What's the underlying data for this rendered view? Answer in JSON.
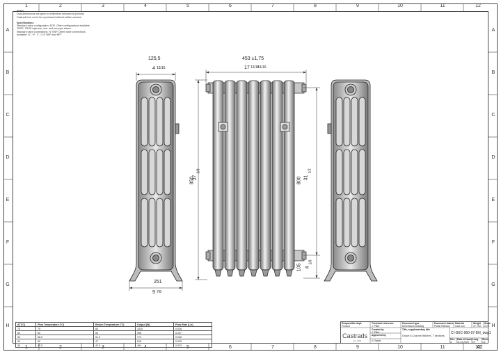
{
  "grid": {
    "columns": [
      "1",
      "2",
      "3",
      "4",
      "5",
      "6",
      "7",
      "8",
      "9",
      "10",
      "11",
      "12"
    ],
    "rows": [
      "A",
      "B",
      "C",
      "D",
      "E",
      "F",
      "G",
      "H"
    ]
  },
  "notes": {
    "heading": "Notes",
    "lines": [
      "Dual dimensions are given in millimetres followed by [inches]",
      "Castrads Ltd, not to be reproduced without written consent"
    ],
    "spec_heading": "Specifications",
    "spec_lines": [
      "Standard valve configuration: BOE. Other configurations available:",
      "TBOE, TBOE hydronic, one- and two-pipe steam.",
      "Standard valve connections: ½\" BSP. Other valve connections",
      "available: ⅛\", ½\", 1\", 1-½\" BSP and NPT"
    ]
  },
  "dimensions": {
    "side_width_mm": "125,5",
    "side_width_in_whole": "4",
    "side_width_in_frac": "15/16",
    "front_width_mm": "453 ±1,75",
    "front_width_in_whole": "17",
    "front_width_in_frac": "13/16",
    "front_width_in_tol": "±1/16",
    "height_mm": "950",
    "height_in_whole": "37",
    "height_in_frac": "3/8",
    "centres_mm": "800",
    "centres_in_whole": "31",
    "centres_in_frac": "1/2",
    "bottom_mm": "105",
    "bottom_in_whole": "4",
    "bottom_in_frac": "1/8",
    "depth_mm": "251",
    "depth_in_whole": "9",
    "depth_in_frac": "7/8"
  },
  "flow_table": {
    "headers": [
      "ΔT(°C)",
      "Flow Temperature (°C)",
      "Return Temperature (°C)",
      "Output (W)",
      "Flow Rate (L/s)"
    ],
    "rows": [
      [
        "75",
        "75",
        "65",
        "1020",
        "0.026"
      ],
      [
        "60",
        "60",
        "50",
        "908",
        "0.027"
      ],
      [
        "50",
        "58.5",
        "51.5",
        "774",
        "0.026"
      ],
      [
        "40",
        "50",
        "47",
        "618",
        "0.025"
      ],
      [
        "30",
        "47.5",
        "42.5",
        "494",
        "0.023"
      ]
    ]
  },
  "title_block": {
    "responsible_dept_label": "Responsible dept.",
    "responsible_dept": "Product",
    "logo_text": "Castrads",
    "logo_sub": "Est. 1999",
    "technical_ref_label": "Technical reference",
    "technical_ref": "J. Pitter",
    "created_by_label": "Created by",
    "created_by": "J. Pitter",
    "approved_by_label": "Approved by",
    "approved_by": "N. Baylis",
    "document_type_label": "Document type",
    "document_type": "Dimensions Drawing",
    "document_status_label": "Document status",
    "document_status": "Public Release",
    "material_label": "Material",
    "material": "Cast Iron",
    "weight_label": "Weight",
    "weight": "47.7KG",
    "scale_label": "Scale",
    "scale": "0.25",
    "title_label": "Title, supplementary title",
    "title": "Grace 6-Column 960mm, 7 sections",
    "doc_no": "CI-G6C-960-07-EN_dwg1",
    "rev_label": "Rev.",
    "rev": "A",
    "date_label": "Date of issue",
    "date": "11.12.2023",
    "lang_label": "Lang.",
    "lang": "en",
    "sheet_label": "Sheet",
    "sheet": "1/1",
    "paper_size": "A2"
  }
}
